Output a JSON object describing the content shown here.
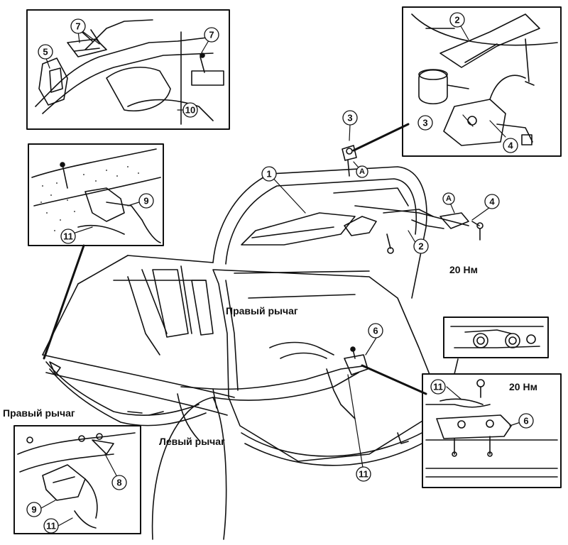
{
  "labels": {
    "right_lever_main": "Правый рычаг",
    "right_lever_inset": "Правый рычаг",
    "left_lever": "Левый рычаг",
    "torque_a": "20 Нм",
    "torque_b": "20 Нм"
  },
  "callouts": {
    "c1": "1",
    "c2_main": "2",
    "c2_inset": "2",
    "c3_main": "3",
    "c3_inset": "3",
    "c4_main": "4",
    "c4_inset": "4",
    "c5": "5",
    "c6_main": "6",
    "c6_inset": "6",
    "c7_a": "7",
    "c7_b": "7",
    "c8": "8",
    "c9_a": "9",
    "c9_b": "9",
    "c10": "10",
    "c11_a": "11",
    "c11_b": "11",
    "c11_c": "11",
    "c11_d": "11",
    "a_main": "A",
    "a_right": "A"
  }
}
